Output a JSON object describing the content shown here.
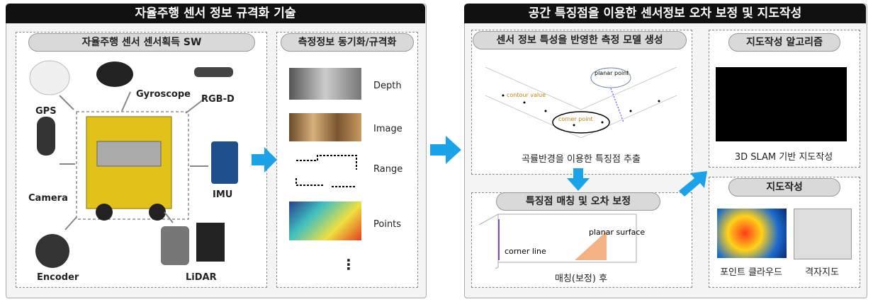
{
  "left": {
    "title": "자율주행 센서 정보 규격화 기술",
    "sensor_box": {
      "title": "자율주행 센서 센서획득 SW",
      "sensors": [
        "GPS",
        "Gyroscope",
        "RGB-D",
        "Camera",
        "IMU",
        "Encoder",
        "LiDAR"
      ]
    },
    "sync_box": {
      "title": "측정정보 동기화/규격화",
      "items": [
        "Depth",
        "Image",
        "Range",
        "Points"
      ],
      "more": "⋮"
    }
  },
  "right": {
    "title": "공간 특징점을 이용한 센서정보 오차 보정 및 지도작성",
    "model_box": {
      "title": "센서 정보 특성을 반영한 측정 모델 생성",
      "caption": "곡률반경을 이용한 특징점 추출",
      "planar": "planar point",
      "contour": "contour value",
      "corner": "corner point"
    },
    "matching_box": {
      "title": "특징점 매칭 및 오차 보정",
      "caption": "매칭(보정) 후",
      "corner_line": "corner line",
      "planar_surface": "planar surface"
    },
    "slam_box": {
      "title": "지도작성 알고리즘",
      "caption": "3D SLAM 기반 지도작성"
    },
    "map_box": {
      "title": "지도작성",
      "captions": [
        "포인트 클라우드",
        "격자지도"
      ]
    }
  },
  "colors": {
    "accent": "#1aa3e8",
    "title_bg": "#111111"
  }
}
